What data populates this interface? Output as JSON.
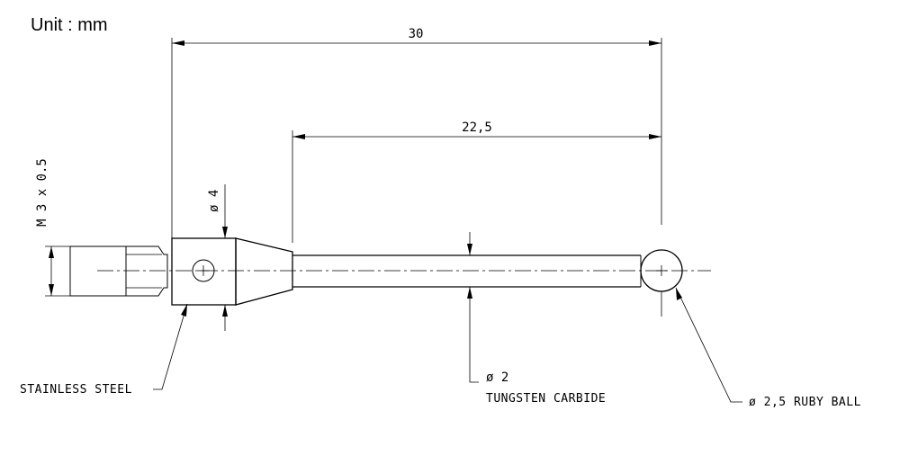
{
  "unit_label": "Unit : mm",
  "dimensions": {
    "overall_length": "30",
    "stem_length": "22,5",
    "thread": "M 3 x 0.5",
    "body_diameter": "ø 4"
  },
  "callouts": {
    "body_material": "STAINLESS STEEL",
    "stem_diameter": "ø 2",
    "stem_material": "TUNGSTEN CARBIDE",
    "ball": "ø 2,5 RUBY BALL"
  },
  "colors": {
    "line": "#000000",
    "background": "#ffffff"
  }
}
